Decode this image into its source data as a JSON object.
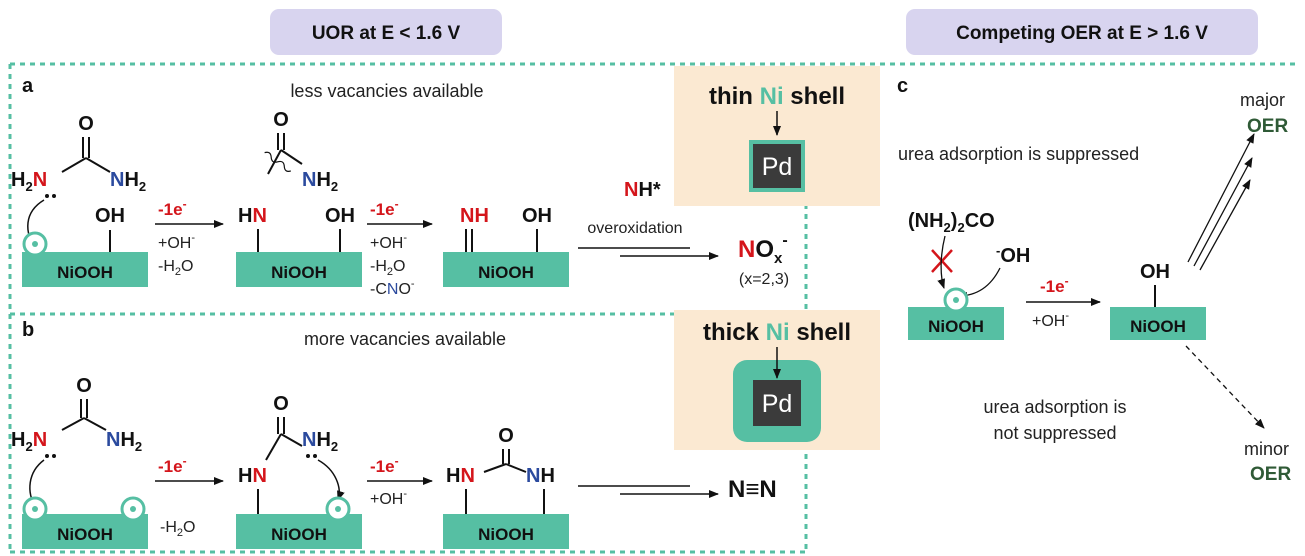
{
  "header": {
    "uor": "UOR at E < 1.6 V",
    "oer": "Competing OER at E > 1.6 V"
  },
  "panel_a": {
    "label": "a",
    "caption": "less vacancies available",
    "shell_prefix": "thin ",
    "shell_metal": "Ni",
    "shell_suffix": " shell",
    "core": "Pd",
    "step1_e": "-1e",
    "step1_c1": "+OH",
    "step1_c2": "-H",
    "step1_c2b": "O",
    "step2_e": "-1e",
    "step2_c1": "+OH",
    "step2_c2": "-H",
    "step2_c2b": "O",
    "step2_c3a": "-C",
    "step2_c3b": "N",
    "step2_c3c": "O",
    "nh_n": "N",
    "nh_rest": "H*",
    "overox": "overoxidation",
    "nox_n": "N",
    "nox_o": "O",
    "nox_sub": "x",
    "nox_note": "(x=2,3)"
  },
  "panel_b": {
    "label": "b",
    "caption": "more vacancies available",
    "shell_prefix": "thick ",
    "shell_metal": "Ni",
    "shell_suffix": " shell",
    "core": "Pd",
    "step1_e": "-1e",
    "step1_c": "-H",
    "step1_cb": "O",
    "step2_e": "-1e",
    "step2_c": "+OH",
    "product": "N≡N"
  },
  "panel_c": {
    "label": "c",
    "suppressed": "urea adsorption is suppressed",
    "not_suppressed_1": "urea adsorption is",
    "not_suppressed_2": "not suppressed",
    "urea_a": "(NH",
    "urea_sub": "2",
    "urea_b": ")",
    "urea_sub2": "2",
    "urea_c": "CO",
    "oh": "OH",
    "step_e": "-1e",
    "step_c": "+OH",
    "major": "major",
    "major_oer": "OER",
    "minor": "minor",
    "minor_oer": "OER"
  },
  "molecule": {
    "O": "O",
    "OH": "OH",
    "NH2_N": "N",
    "NH2_H": "H",
    "H": "H",
    "sub2": "2",
    "NH": "NH",
    "HN_H": "H",
    "HN_N": "N",
    "surface": "NiOOH"
  },
  "colors": {
    "green": "#56bfa3",
    "peach": "#fbe9d2",
    "lavender": "#d8d4ef",
    "red": "#d4151b",
    "blue": "#2b4a9e",
    "dark_green": "#2f5a36",
    "pd": "#3b3b3b"
  }
}
